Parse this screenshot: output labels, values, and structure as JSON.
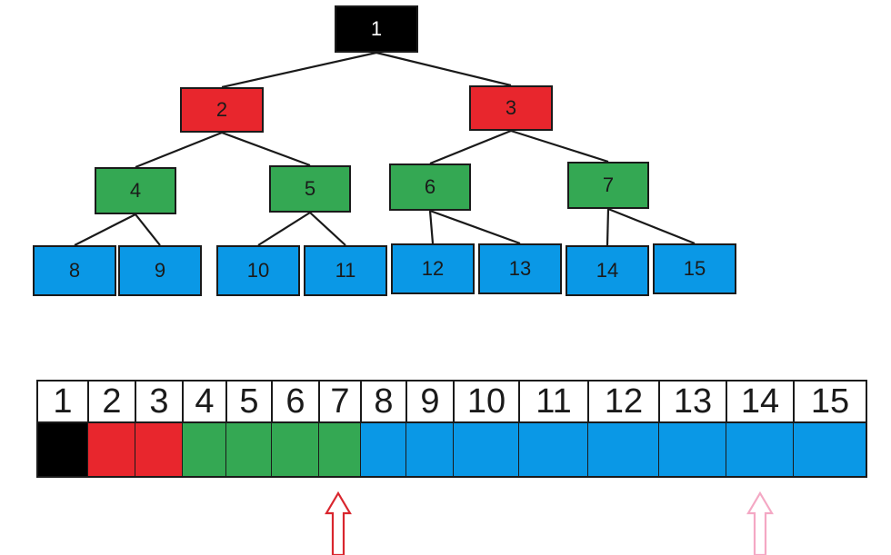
{
  "colors": {
    "level0": "#000000",
    "level1": "#e8262d",
    "level2": "#34a853",
    "level3": "#0a98e6"
  },
  "tree": {
    "nodes": [
      {
        "label": "1",
        "level": 0
      },
      {
        "label": "2",
        "level": 1
      },
      {
        "label": "3",
        "level": 1
      },
      {
        "label": "4",
        "level": 2
      },
      {
        "label": "5",
        "level": 2
      },
      {
        "label": "6",
        "level": 2
      },
      {
        "label": "7",
        "level": 2
      },
      {
        "label": "8",
        "level": 3
      },
      {
        "label": "9",
        "level": 3
      },
      {
        "label": "10",
        "level": 3
      },
      {
        "label": "11",
        "level": 3
      },
      {
        "label": "12",
        "level": 3
      },
      {
        "label": "13",
        "level": 3
      },
      {
        "label": "14",
        "level": 3
      },
      {
        "label": "15",
        "level": 3
      }
    ],
    "edges": [
      [
        1,
        2
      ],
      [
        1,
        3
      ],
      [
        2,
        4
      ],
      [
        2,
        5
      ],
      [
        3,
        6
      ],
      [
        3,
        7
      ],
      [
        4,
        8
      ],
      [
        4,
        9
      ],
      [
        5,
        10
      ],
      [
        5,
        11
      ],
      [
        6,
        12
      ],
      [
        6,
        13
      ],
      [
        7,
        14
      ],
      [
        7,
        15
      ]
    ]
  },
  "array": {
    "cells": [
      {
        "label": "1",
        "level": 0
      },
      {
        "label": "2",
        "level": 1
      },
      {
        "label": "3",
        "level": 1
      },
      {
        "label": "4",
        "level": 2
      },
      {
        "label": "5",
        "level": 2
      },
      {
        "label": "6",
        "level": 2
      },
      {
        "label": "7",
        "level": 2
      },
      {
        "label": "8",
        "level": 3
      },
      {
        "label": "9",
        "level": 3
      },
      {
        "label": "10",
        "level": 3
      },
      {
        "label": "11",
        "level": 3
      },
      {
        "label": "12",
        "level": 3
      },
      {
        "label": "13",
        "level": 3
      },
      {
        "label": "14",
        "level": 3
      },
      {
        "label": "15",
        "level": 3
      }
    ]
  },
  "arrows": [
    {
      "points_to": "7",
      "color": "#d9262e"
    },
    {
      "points_to": "14",
      "color": "#f4a8c4"
    }
  ]
}
